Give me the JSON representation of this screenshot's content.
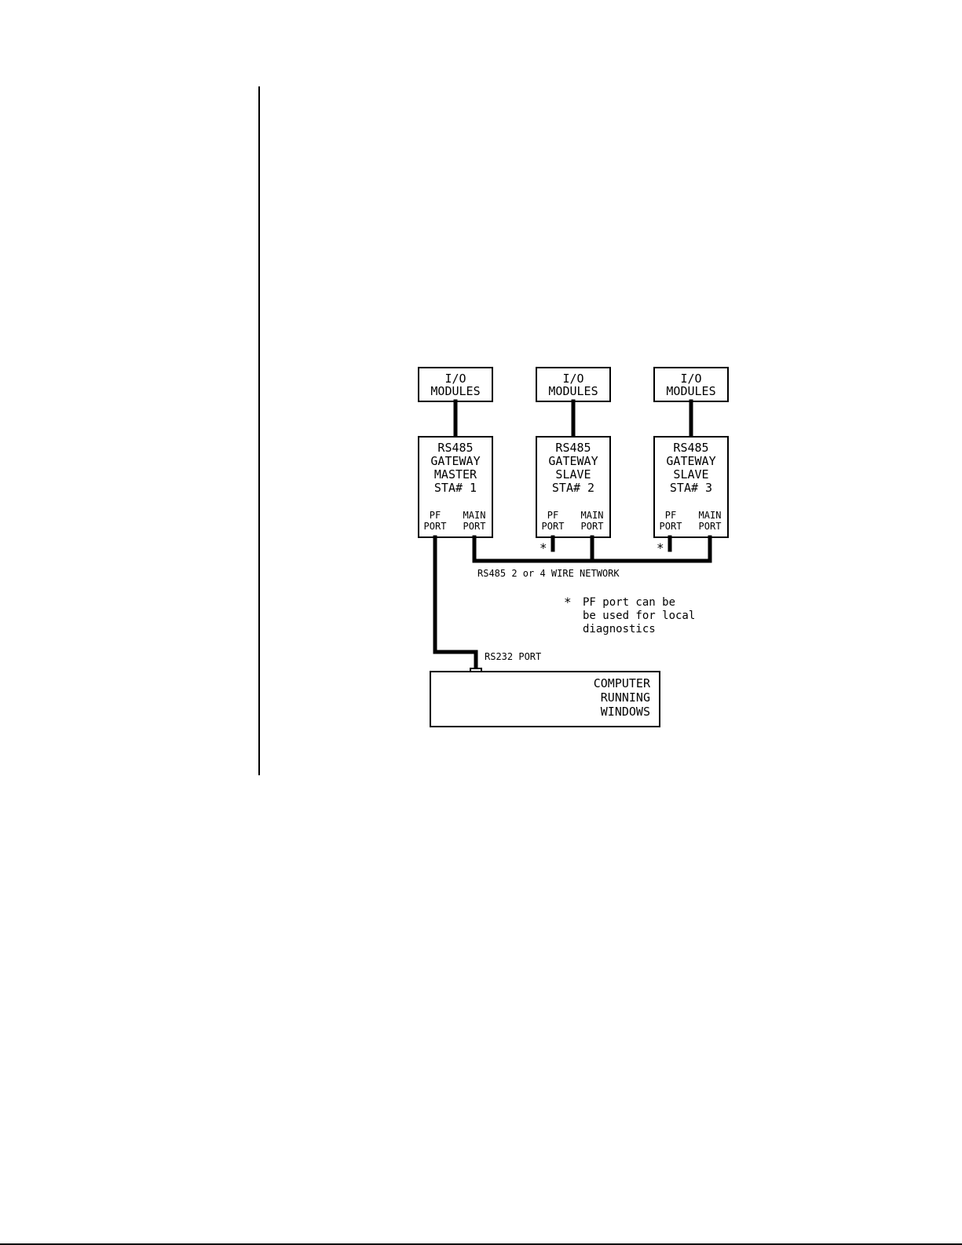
{
  "io_modules": [
    {
      "line1": "I/O",
      "line2": "MODULES"
    },
    {
      "line1": "I/O",
      "line2": "MODULES"
    },
    {
      "line1": "I/O",
      "line2": "MODULES"
    }
  ],
  "gateways": [
    {
      "line1": "RS485",
      "line2": "GATEWAY",
      "line3": "MASTER",
      "line4": "STA# 1",
      "pf_top": "PF",
      "pf_bottom": "PORT",
      "main_top": "MAIN",
      "main_bottom": "PORT"
    },
    {
      "line1": "RS485",
      "line2": "GATEWAY",
      "line3": "SLAVE",
      "line4": "STA# 2",
      "pf_top": "PF",
      "pf_bottom": "PORT",
      "main_top": "MAIN",
      "main_bottom": "PORT"
    },
    {
      "line1": "RS485",
      "line2": "GATEWAY",
      "line3": "SLAVE",
      "line4": "STA# 3",
      "pf_top": "PF",
      "pf_bottom": "PORT",
      "main_top": "MAIN",
      "main_bottom": "PORT"
    }
  ],
  "markers": {
    "slave2_pf": "*",
    "slave3_pf": "*"
  },
  "network_label": "RS485 2 or 4 WIRE NETWORK",
  "note": {
    "star": "*",
    "line1": "PF port can be",
    "line2": "be used for local",
    "line3": "diagnostics"
  },
  "rs232_label": "RS232 PORT",
  "computer": {
    "line1": "COMPUTER",
    "line2": "RUNNING",
    "line3": "WINDOWS"
  }
}
